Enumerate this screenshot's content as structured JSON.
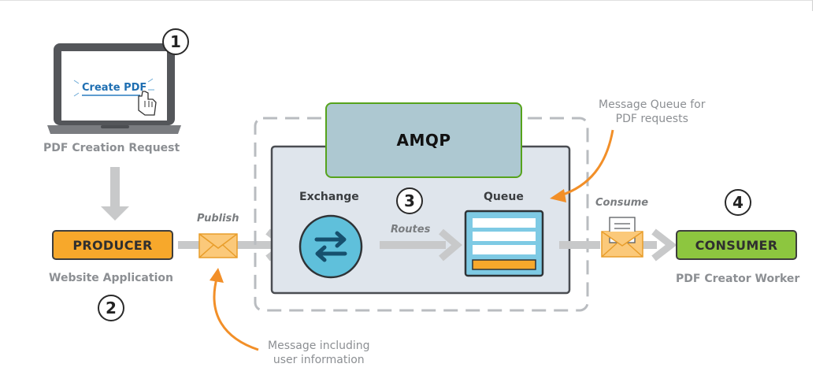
{
  "steps": {
    "one": "1",
    "two": "2",
    "three": "3",
    "four": "4"
  },
  "laptop": {
    "button_label": "Create PDF",
    "caption": "PDF Creation Request"
  },
  "producer": {
    "label": "PRODUCER",
    "caption": "Website Application"
  },
  "publish_label": "Publish",
  "message_note": {
    "line1": "Message including",
    "line2": "user information"
  },
  "broker": {
    "title": "AMQP",
    "exchange_label": "Exchange",
    "routes_label": "Routes",
    "queue_label": "Queue"
  },
  "queue_note": {
    "line1": "Message Queue for",
    "line2": "PDF requests"
  },
  "consume_label": "Consume",
  "consumer": {
    "label": "CONSUMER",
    "caption": "PDF Creator Worker"
  },
  "colors": {
    "producer": "#f7a82b",
    "consumer": "#8dc63f",
    "amqp_fill": "#adc8d1",
    "amqp_border": "#56a31c",
    "exchange_fill": "#5fc0db",
    "queue_fill": "#7ecae4",
    "queue_bar": "#f7a82b",
    "envelope": "#fbc97a",
    "orange_arrow": "#f28f28",
    "grey_arrow": "#c8c9ca"
  },
  "icons": {
    "cursor": "hand-pointer-icon",
    "exchange": "swap-arrows-icon",
    "envelope": "envelope-icon",
    "letter": "letter-envelope-icon"
  }
}
